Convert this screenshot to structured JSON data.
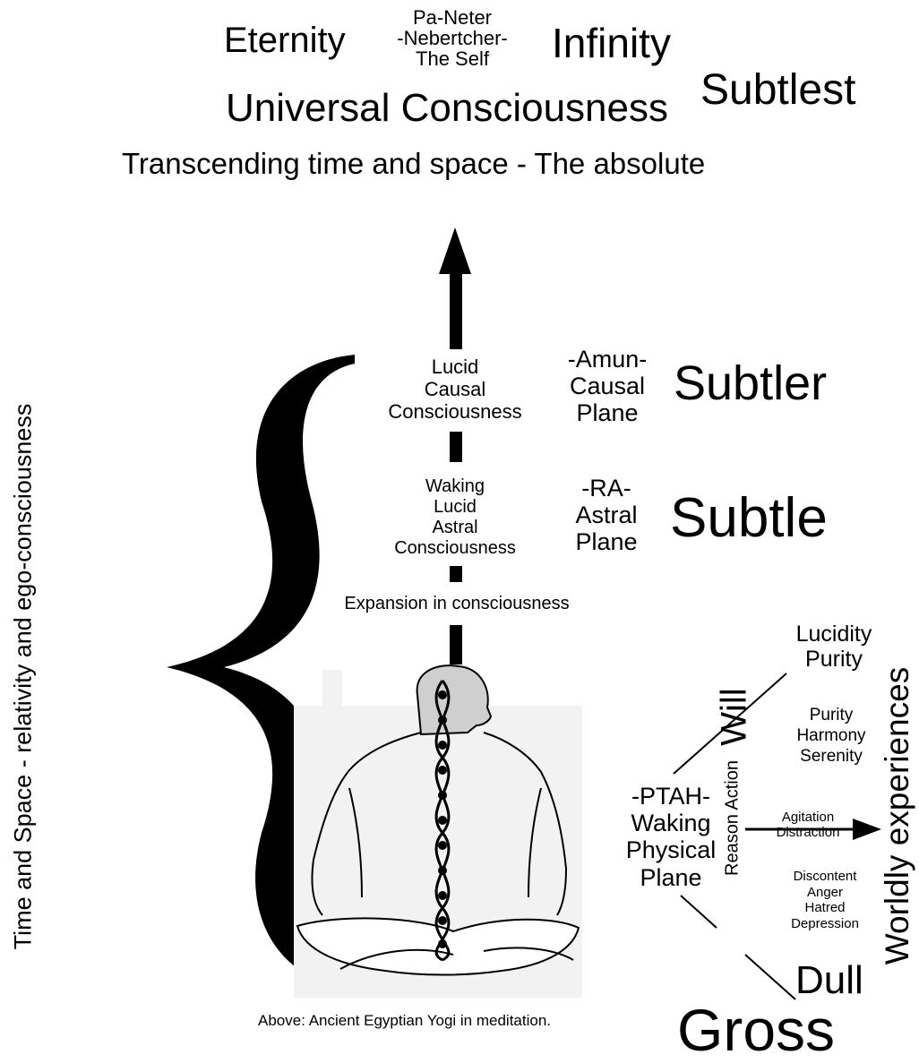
{
  "top": {
    "eternity": "Eternity",
    "pa_neter": "Pa-Neter\n-Nebertcher-\nThe Self",
    "infinity": "Infinity",
    "universal": "Universal Consciousness",
    "subtlest": "Subtlest",
    "transcending": "Transcending time and space - The absolute"
  },
  "left_vertical_label": "Time and Space - relativity and ego-consciousness",
  "center": {
    "lucid_causal": "Lucid\nCausal\nConsciousness",
    "waking_astral": "Waking\nLucid\nAstral\nConsciousness",
    "expansion": "Expansion in consciousness"
  },
  "planes": {
    "amun": "-Amun-\nCausal\nPlane",
    "subtler": "Subtler",
    "ra": "-RA-\nAstral\nPlane",
    "subtle": "Subtle",
    "ptah": "-PTAH-\nWaking\nPhysical\nPlane"
  },
  "right": {
    "lucidity_purity": "Lucidity\nPurity",
    "purity_harmony": "Purity\nHarmony\nSerenity",
    "agitation": "Agitation\nDistraction",
    "discontent": "Discontent\nAnger\nHatred\nDepression",
    "will": "Will",
    "reason_action": "Reason Action",
    "worldly": "Worldly experiences",
    "dull": "Dull",
    "gross": "Gross"
  },
  "caption": "Above: Ancient Egyptian Yogi in meditation."
}
